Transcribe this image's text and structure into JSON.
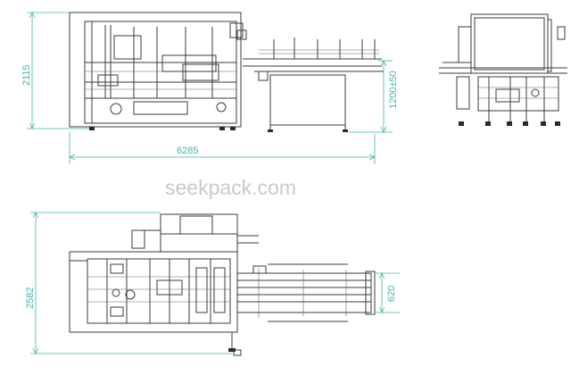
{
  "drawing": {
    "watermark": "seekpack.com",
    "dimensions": {
      "front_height": "2115",
      "front_length": "6285",
      "conveyor_height": "1200±50",
      "top_width": "2582",
      "conveyor_width": "620"
    }
  },
  "colors": {
    "dimension": "#3db6a6",
    "linework": "#3b3b3b",
    "watermark": "#c9c9c9"
  }
}
